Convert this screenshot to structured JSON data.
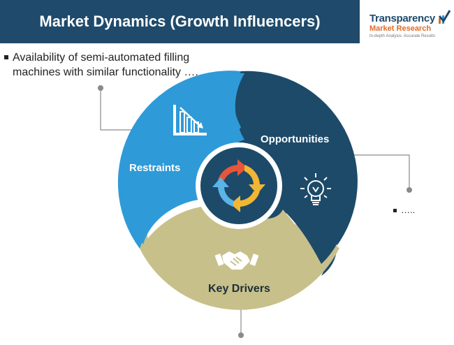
{
  "header": {
    "title": "Market Dynamics (Growth Influencers)"
  },
  "logo": {
    "line1": "Transparency",
    "line2": "Market Research",
    "line3": "In-depth Analysis. Accurate Results",
    "icon": "check-chart-icon"
  },
  "notes": {
    "left": "Availability of semi-automated filling machines with similar functionality ….",
    "right": "….."
  },
  "segments": {
    "restraints": {
      "label": "Restraints",
      "icon": "declining-bar-chart-icon",
      "color": "#2f9ad8"
    },
    "opportunities": {
      "label": "Opportunities",
      "icon": "lightbulb-icon",
      "color": "#1d4a69"
    },
    "drivers": {
      "label": "Key Drivers",
      "icon": "handshake-icon",
      "color": "#c8c08a"
    }
  },
  "center": {
    "icon": "cycle-arrows-icon"
  }
}
